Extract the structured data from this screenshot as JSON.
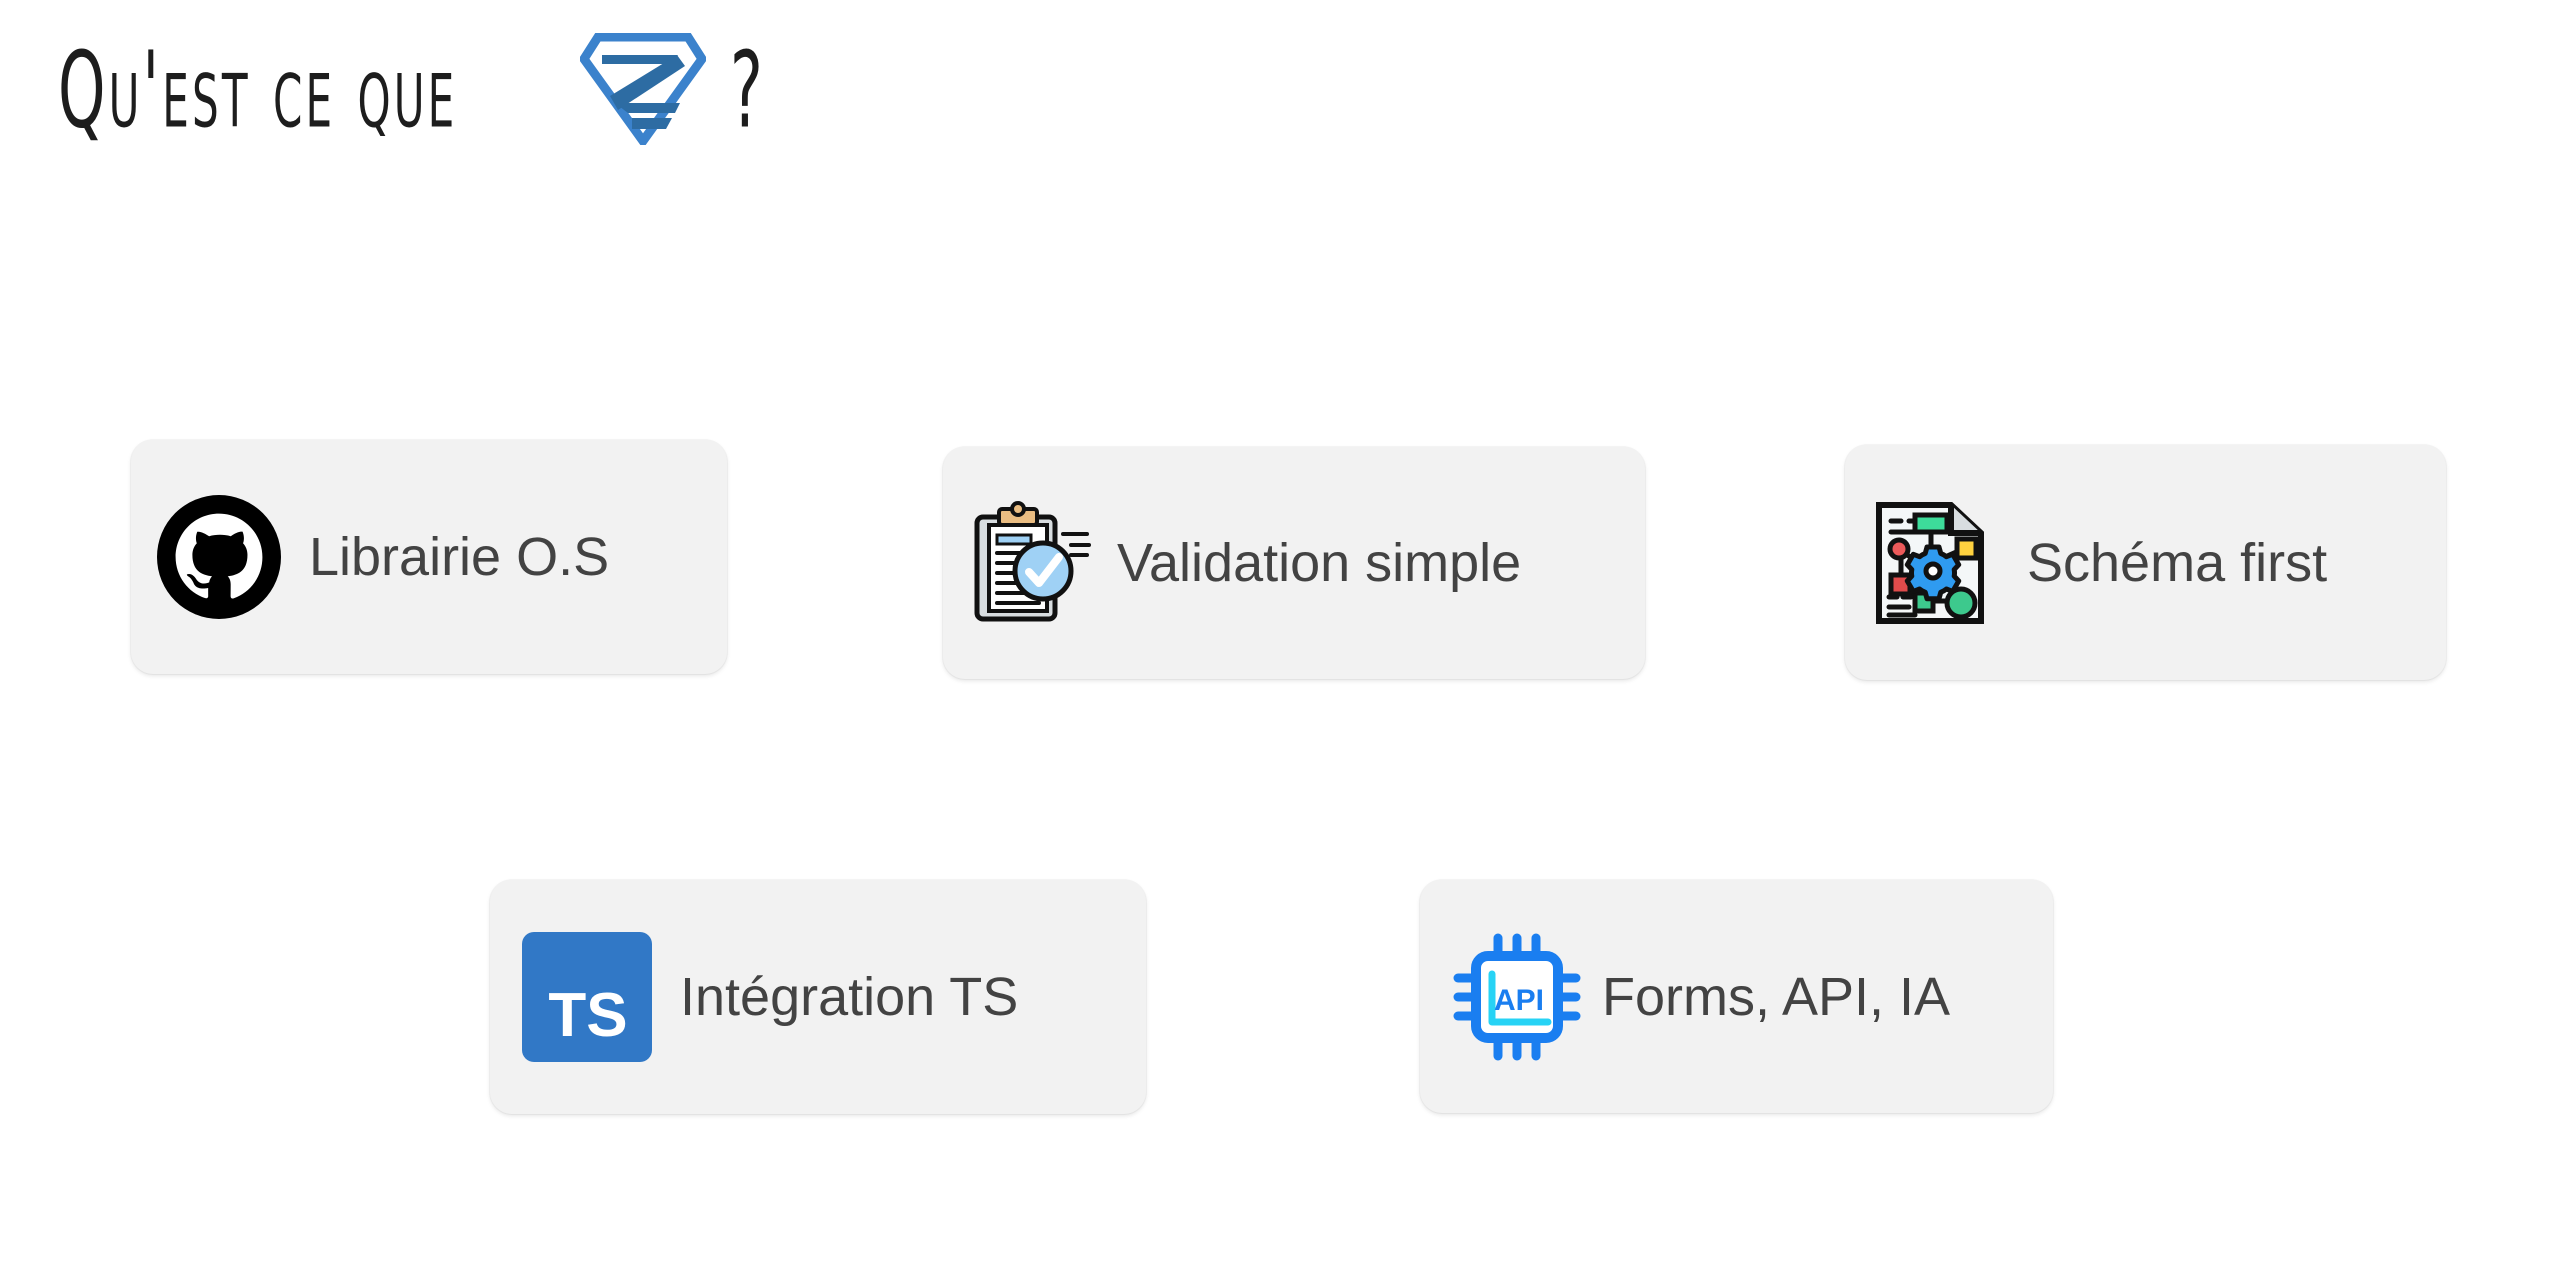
{
  "slide": {
    "background_color": "#ffffff",
    "title": {
      "text_before_logo": "Qu'est ce que",
      "logo_name": "zod-logo",
      "logo_alt": "Zod",
      "text_after_logo": "?",
      "color": "#1d1d1d",
      "logo_colors": {
        "outline": "#3b82cc",
        "inner": "#2d6ca3"
      }
    },
    "cards": [
      {
        "id": "librairie",
        "label": "Librairie O.S",
        "icon": "github-icon",
        "icon_colors": {
          "primary": "#000000"
        },
        "card_color": "#f2f2f2",
        "text_color": "#434343"
      },
      {
        "id": "validation",
        "label": "Validation simple",
        "icon": "clipboard-check-icon",
        "icon_colors": {
          "clip": "#eabd82",
          "check_circle": "#9fd1f5",
          "check": "#ffffff",
          "highlight_line": "#9fd1f5",
          "outline": "#111111",
          "paper": "#ffffff"
        },
        "card_color": "#f2f2f2",
        "text_color": "#434343"
      },
      {
        "id": "schema",
        "label": "Schéma first",
        "icon": "document-flowchart-gear-icon",
        "icon_colors": {
          "gear": "#2f9bf0",
          "node_green_rect": "#3ddc9a",
          "node_green_circle": "#3dc98d",
          "node_red_circle": "#ec5a5a",
          "node_red_square": "#e04b4b",
          "node_yellow": "#ffd23f",
          "node_teal_square": "#3dc98d",
          "outline": "#111111",
          "paper": "#f4f7f8"
        },
        "card_color": "#f2f2f2",
        "text_color": "#434343"
      },
      {
        "id": "integration",
        "label": "Intégration TS",
        "icon": "typescript-icon",
        "icon_text": "TS",
        "icon_colors": {
          "background": "#3178c6",
          "glyph": "#ffffff"
        },
        "card_color": "#f2f2f2",
        "text_color": "#434343"
      },
      {
        "id": "forms",
        "label": "Forms, API, IA",
        "icon": "api-chip-icon",
        "icon_text": "API",
        "icon_colors": {
          "chip": "#1a7ef0",
          "accent": "#27d3f5",
          "glyph": "#1a7ef0",
          "fill": "#ffffff"
        },
        "card_color": "#f2f2f2",
        "text_color": "#434343"
      }
    ]
  }
}
